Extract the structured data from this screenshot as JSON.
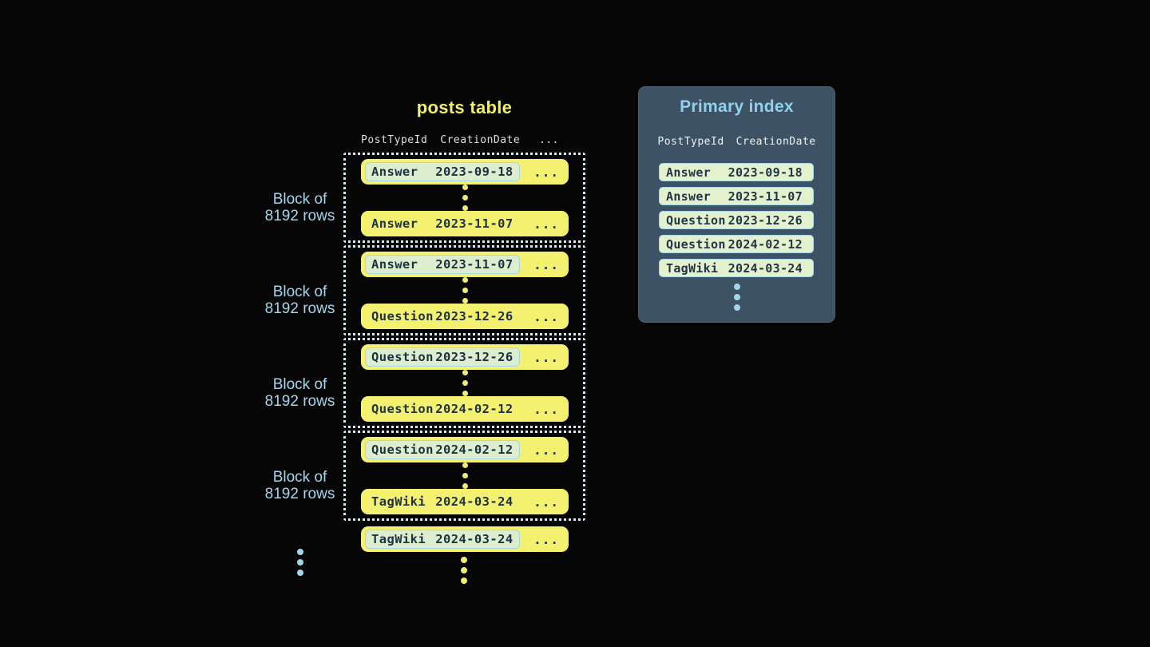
{
  "colors": {
    "background": "#060607",
    "accent_yellow": "#f2ef6e",
    "accent_light_blue": "#a2d6ec",
    "row_yellow": "#f4f170",
    "index_row_green": "#e3f1cc",
    "highlight_green": "#ddeecf",
    "highlight_border_blue": "#a7d6e8",
    "panel_slate": "#3d5265",
    "dark_text": "#1e3142",
    "header_text": "#dbe0e3",
    "dotted_border": "#d3ecf4"
  },
  "posts_table": {
    "title": "posts table",
    "header": {
      "col1": "PostTypeId",
      "col2": "CreationDate",
      "more": "..."
    },
    "block_label": {
      "line1": "Block of",
      "line2": "8192 rows"
    },
    "row_more": "...",
    "blocks": [
      {
        "first_row": {
          "post_type": "Answer",
          "creation_date": "2023-09-18"
        },
        "last_row": {
          "post_type": "Answer",
          "creation_date": "2023-11-07"
        }
      },
      {
        "first_row": {
          "post_type": "Answer",
          "creation_date": "2023-11-07"
        },
        "last_row": {
          "post_type": "Question",
          "creation_date": "2023-12-26"
        }
      },
      {
        "first_row": {
          "post_type": "Question",
          "creation_date": "2023-12-26"
        },
        "last_row": {
          "post_type": "Question",
          "creation_date": "2024-02-12"
        }
      },
      {
        "first_row": {
          "post_type": "Question",
          "creation_date": "2024-02-12"
        },
        "last_row": {
          "post_type": "TagWiki",
          "creation_date": "2024-03-24"
        }
      }
    ],
    "next_block_first_row": {
      "post_type": "TagWiki",
      "creation_date": "2024-03-24"
    }
  },
  "primary_index": {
    "title": "Primary index",
    "header": {
      "col1": "PostTypeId",
      "col2": "CreationDate"
    },
    "rows": [
      {
        "post_type": "Answer",
        "creation_date": "2023-09-18"
      },
      {
        "post_type": "Answer",
        "creation_date": "2023-11-07"
      },
      {
        "post_type": "Question",
        "creation_date": "2023-12-26"
      },
      {
        "post_type": "Question",
        "creation_date": "2024-02-12"
      },
      {
        "post_type": "TagWiki",
        "creation_date": "2024-03-24"
      }
    ]
  }
}
